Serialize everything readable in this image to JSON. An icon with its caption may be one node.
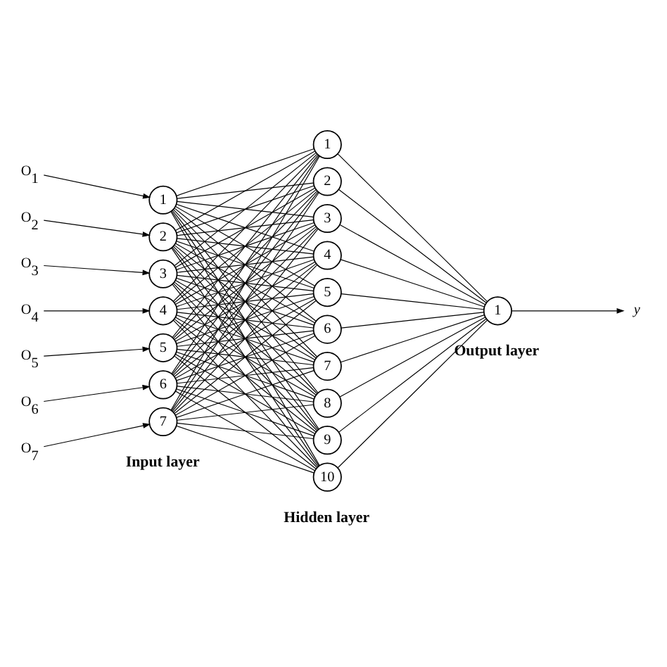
{
  "diagram": {
    "nodes": [
      {
        "text": [
          "O$_{1}$"
        ]
      },
      {
        "text": [
          "O$_{2}$"
        ]
      },
      {
        "text": [
          "O$_{3}$"
        ]
      },
      {
        "text": [
          "O$_{4}$"
        ]
      },
      {
        "text": [
          "O$_{5}$"
        ]
      },
      {
        "text": [
          "O$_{6}$"
        ]
      },
      {
        "text": [
          "O$_{7}$"
        ]
      },
      {
        "text": [
          "1"
        ]
      },
      {
        "text": [
          "2"
        ]
      },
      {
        "text": [
          "3"
        ]
      },
      {
        "text": [
          "4"
        ]
      },
      {
        "text": [
          "5"
        ]
      },
      {
        "text": [
          "6"
        ]
      },
      {
        "text": [
          "7"
        ]
      },
      {
        "text": [
          "1"
        ]
      },
      {
        "text": [
          "2"
        ]
      },
      {
        "text": [
          "3"
        ]
      },
      {
        "text": [
          "4"
        ]
      },
      {
        "text": [
          "5"
        ]
      },
      {
        "text": [
          "6"
        ]
      },
      {
        "text": [
          "7"
        ]
      },
      {
        "text": [
          "8"
        ]
      },
      {
        "text": [
          "9"
        ]
      },
      {
        "text": [
          "10"
        ]
      },
      {
        "text": [
          "1"
        ]
      },
      {
        "text": [
          "*y*"
        ]
      }
    ],
    "edges": [
      {
        "from": 0,
        "to": 7,
        "arrow": "to"
      },
      {
        "from": 1,
        "to": 8,
        "arrow": "to"
      },
      {
        "from": 2,
        "to": 9,
        "arrow": "to"
      },
      {
        "from": 3,
        "to": 10,
        "arrow": "to"
      },
      {
        "from": 4,
        "to": 11,
        "arrow": "to"
      },
      {
        "from": 5,
        "to": 12,
        "arrow": "to"
      },
      {
        "from": 6,
        "to": 13,
        "arrow": "to"
      },
      {
        "from": 7,
        "to": 14,
        "arrow": "none"
      },
      {
        "from": 7,
        "to": 15,
        "arrow": "none"
      },
      {
        "from": 7,
        "to": 16,
        "arrow": "none"
      },
      {
        "from": 7,
        "to": 17,
        "arrow": "none"
      },
      {
        "from": 7,
        "to": 18,
        "arrow": "none"
      },
      {
        "from": 7,
        "to": 19,
        "arrow": "none"
      },
      {
        "from": 7,
        "to": 20,
        "arrow": "none"
      },
      {
        "from": 7,
        "to": 21,
        "arrow": "none"
      },
      {
        "from": 7,
        "to": 22,
        "arrow": "none"
      },
      {
        "from": 7,
        "to": 23,
        "arrow": "none"
      },
      {
        "from": 8,
        "to": 14,
        "arrow": "none"
      },
      {
        "from": 8,
        "to": 15,
        "arrow": "none"
      },
      {
        "from": 8,
        "to": 16,
        "arrow": "none"
      },
      {
        "from": 8,
        "to": 17,
        "arrow": "none"
      },
      {
        "from": 8,
        "to": 18,
        "arrow": "none"
      },
      {
        "from": 8,
        "to": 19,
        "arrow": "none"
      },
      {
        "from": 8,
        "to": 20,
        "arrow": "none"
      },
      {
        "from": 8,
        "to": 21,
        "arrow": "none"
      },
      {
        "from": 8,
        "to": 22,
        "arrow": "none"
      },
      {
        "from": 8,
        "to": 23,
        "arrow": "none"
      },
      {
        "from": 9,
        "to": 14,
        "arrow": "none"
      },
      {
        "from": 9,
        "to": 15,
        "arrow": "none"
      },
      {
        "from": 9,
        "to": 16,
        "arrow": "none"
      },
      {
        "from": 9,
        "to": 17,
        "arrow": "none"
      },
      {
        "from": 9,
        "to": 18,
        "arrow": "none"
      },
      {
        "from": 9,
        "to": 19,
        "arrow": "none"
      },
      {
        "from": 9,
        "to": 20,
        "arrow": "none"
      },
      {
        "from": 9,
        "to": 21,
        "arrow": "none"
      },
      {
        "from": 9,
        "to": 22,
        "arrow": "none"
      },
      {
        "from": 9,
        "to": 23,
        "arrow": "none"
      },
      {
        "from": 10,
        "to": 14,
        "arrow": "none"
      },
      {
        "from": 10,
        "to": 15,
        "arrow": "none"
      },
      {
        "from": 10,
        "to": 16,
        "arrow": "none"
      },
      {
        "from": 10,
        "to": 17,
        "arrow": "none"
      },
      {
        "from": 10,
        "to": 18,
        "arrow": "none"
      },
      {
        "from": 10,
        "to": 19,
        "arrow": "none"
      },
      {
        "from": 10,
        "to": 20,
        "arrow": "none"
      },
      {
        "from": 10,
        "to": 21,
        "arrow": "none"
      },
      {
        "from": 10,
        "to": 22,
        "arrow": "none"
      },
      {
        "from": 10,
        "to": 23,
        "arrow": "none"
      },
      {
        "from": 11,
        "to": 14,
        "arrow": "none"
      },
      {
        "from": 11,
        "to": 15,
        "arrow": "none"
      },
      {
        "from": 11,
        "to": 16,
        "arrow": "none"
      },
      {
        "from": 11,
        "to": 17,
        "arrow": "none"
      },
      {
        "from": 11,
        "to": 18,
        "arrow": "none"
      },
      {
        "from": 11,
        "to": 19,
        "arrow": "none"
      },
      {
        "from": 11,
        "to": 20,
        "arrow": "none"
      },
      {
        "from": 11,
        "to": 21,
        "arrow": "none"
      },
      {
        "from": 11,
        "to": 22,
        "arrow": "none"
      },
      {
        "from": 11,
        "to": 23,
        "arrow": "none"
      },
      {
        "from": 12,
        "to": 14,
        "arrow": "none"
      },
      {
        "from": 12,
        "to": 15,
        "arrow": "none"
      },
      {
        "from": 12,
        "to": 16,
        "arrow": "none"
      },
      {
        "from": 12,
        "to": 17,
        "arrow": "none"
      },
      {
        "from": 12,
        "to": 18,
        "arrow": "none"
      },
      {
        "from": 12,
        "to": 19,
        "arrow": "none"
      },
      {
        "from": 12,
        "to": 20,
        "arrow": "none"
      },
      {
        "from": 12,
        "to": 21,
        "arrow": "none"
      },
      {
        "from": 12,
        "to": 22,
        "arrow": "none"
      },
      {
        "from": 12,
        "to": 23,
        "arrow": "none"
      },
      {
        "from": 13,
        "to": 14,
        "arrow": "none"
      },
      {
        "from": 13,
        "to": 15,
        "arrow": "none"
      },
      {
        "from": 13,
        "to": 16,
        "arrow": "none"
      },
      {
        "from": 13,
        "to": 17,
        "arrow": "none"
      },
      {
        "from": 13,
        "to": 18,
        "arrow": "none"
      },
      {
        "from": 13,
        "to": 19,
        "arrow": "none"
      },
      {
        "from": 13,
        "to": 20,
        "arrow": "none"
      },
      {
        "from": 13,
        "to": 21,
        "arrow": "none"
      },
      {
        "from": 13,
        "to": 22,
        "arrow": "none"
      },
      {
        "from": 13,
        "to": 23,
        "arrow": "none"
      },
      {
        "from": 14,
        "to": 24,
        "arrow": "none"
      },
      {
        "from": 15,
        "to": 24,
        "arrow": "none"
      },
      {
        "from": 16,
        "to": 24,
        "arrow": "none"
      },
      {
        "from": 17,
        "to": 24,
        "arrow": "none"
      },
      {
        "from": 18,
        "to": 24,
        "arrow": "none"
      },
      {
        "from": 19,
        "to": 24,
        "arrow": "none"
      },
      {
        "from": 20,
        "to": 24,
        "arrow": "none"
      },
      {
        "from": 21,
        "to": 24,
        "arrow": "none"
      },
      {
        "from": 22,
        "to": 24,
        "arrow": "none"
      },
      {
        "from": 23,
        "to": 24,
        "arrow": "none"
      },
      {
        "from": 24,
        "to": 25,
        "arrow": "to"
      }
    ],
    "labels": [
      "Input layer",
      "Hidden layer",
      "Output layer"
    ]
  }
}
